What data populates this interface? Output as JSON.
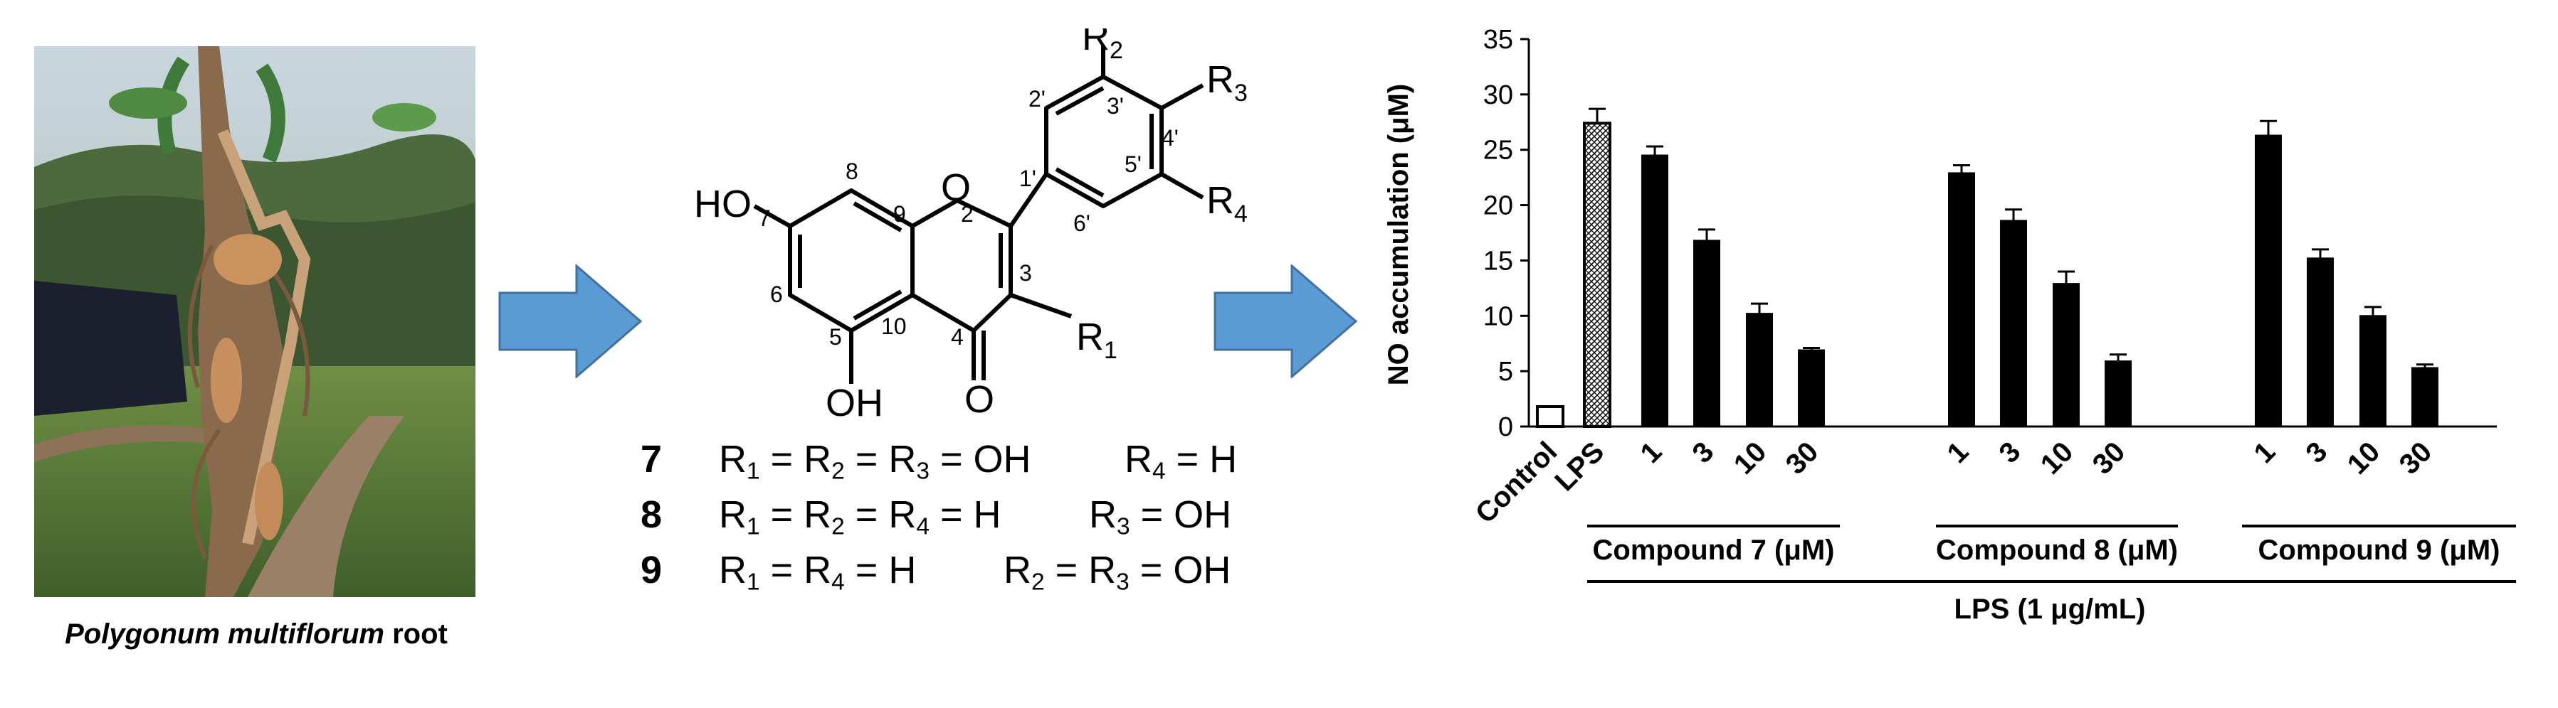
{
  "photo": {
    "caption_italic": "Polygonum multiflorum",
    "caption_rest": " root"
  },
  "structure": {
    "labels": {
      "HO": "HO",
      "O_ring": "O",
      "O_keto": "O",
      "OH": "OH",
      "R1": "R",
      "R1_sub": "1",
      "R2": "R",
      "R2_sub": "2",
      "R3": "R",
      "R3_sub": "3",
      "R4": "R",
      "R4_sub": "4",
      "n7": "7",
      "n8": "8",
      "n9": "9",
      "n2": "2",
      "n3": "3",
      "n4": "4",
      "n10": "10",
      "n5": "5",
      "n6": "6",
      "n1p": "1'",
      "n2p": "2'",
      "n3p": "3'",
      "n4p": "4'",
      "n5p": "5'",
      "n6p": "6'"
    },
    "compounds": [
      {
        "num": "7",
        "left_parts": [
          "R",
          "1",
          " = R",
          "2",
          " = R",
          "3",
          " = OH"
        ],
        "right_parts": [
          "R",
          "4",
          " = H"
        ]
      },
      {
        "num": "8",
        "left_parts": [
          "R",
          "1",
          " = R",
          "2",
          " = R",
          "4",
          " = H"
        ],
        "right_parts": [
          "R",
          "3",
          " = OH"
        ]
      },
      {
        "num": "9",
        "left_parts": [
          "R",
          "1",
          " = R",
          "4",
          " = H"
        ],
        "right_parts": [
          "R",
          "2",
          " = R",
          "3",
          " = OH"
        ]
      }
    ]
  },
  "chart_data": {
    "type": "bar",
    "ylabel": "NO accumulation (μM)",
    "ylim": [
      0,
      35
    ],
    "yticks": [
      0,
      5,
      10,
      15,
      20,
      25,
      30,
      35
    ],
    "bars": [
      {
        "label": "Control",
        "value": 1.8,
        "error": 0,
        "style": "open"
      },
      {
        "label": "LPS",
        "value": 27.4,
        "error": 1.3,
        "style": "hatched"
      },
      {
        "label": "1",
        "value": 24.5,
        "error": 0.8,
        "style": "solid",
        "group": 0
      },
      {
        "label": "3",
        "value": 16.8,
        "error": 1.0,
        "style": "solid",
        "group": 0
      },
      {
        "label": "10",
        "value": 10.2,
        "error": 0.9,
        "style": "solid",
        "group": 0
      },
      {
        "label": "30",
        "value": 6.9,
        "error": 0.2,
        "style": "solid",
        "group": 0
      },
      {
        "label": "1",
        "value": 22.9,
        "error": 0.7,
        "style": "solid",
        "group": 1
      },
      {
        "label": "3",
        "value": 18.6,
        "error": 1.0,
        "style": "solid",
        "group": 1
      },
      {
        "label": "10",
        "value": 12.9,
        "error": 1.1,
        "style": "solid",
        "group": 1
      },
      {
        "label": "30",
        "value": 5.9,
        "error": 0.6,
        "style": "solid",
        "group": 1
      },
      {
        "label": "1",
        "value": 26.3,
        "error": 1.3,
        "style": "solid",
        "group": 2
      },
      {
        "label": "3",
        "value": 15.2,
        "error": 0.8,
        "style": "solid",
        "group": 2
      },
      {
        "label": "10",
        "value": 10.0,
        "error": 0.8,
        "style": "solid",
        "group": 2
      },
      {
        "label": "30",
        "value": 5.3,
        "error": 0.3,
        "style": "solid",
        "group": 2
      }
    ],
    "groups": [
      "Compound 7 (μM)",
      "Compound 8 (μM)",
      "Compound 9 (μM)"
    ],
    "lps_label": "LPS (1 μg/mL)"
  },
  "colors": {
    "arrow_fill": "#5b9bd5",
    "arrow_stroke": "#41719c",
    "bar_fill": "#000000"
  }
}
